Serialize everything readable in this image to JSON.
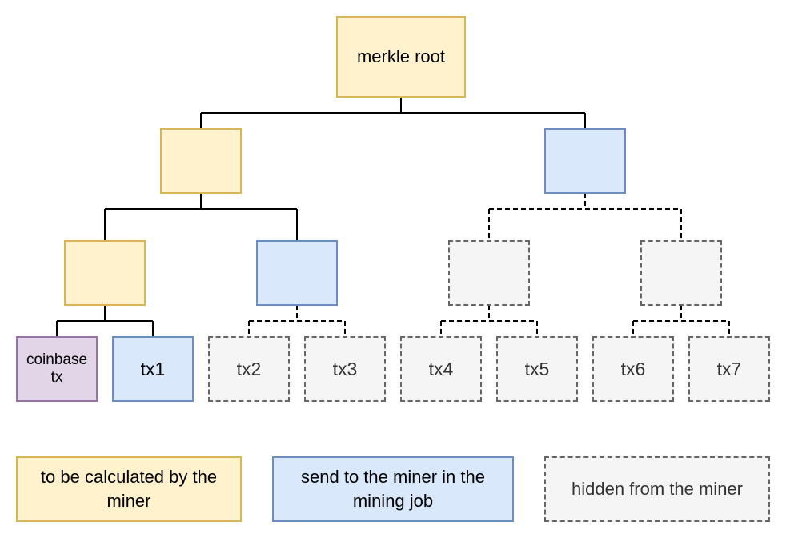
{
  "diagram": {
    "root": {
      "label": "merkle root",
      "color": "#fff2cc"
    },
    "level1": [
      {
        "id": "h-left",
        "label": "",
        "color": "#fff2cc"
      },
      {
        "id": "h-right",
        "label": "",
        "color": "#dae8fc"
      }
    ],
    "level2": [
      {
        "id": "h-a",
        "label": "",
        "color": "#fff2cc"
      },
      {
        "id": "h-b",
        "label": "",
        "color": "#dae8fc"
      },
      {
        "id": "h-c",
        "label": "",
        "color": "#f5f5f5"
      },
      {
        "id": "h-d",
        "label": "",
        "color": "#f5f5f5"
      }
    ],
    "leaves": [
      {
        "label": "coinbase tx",
        "color": "#e1d5e7"
      },
      {
        "label": "tx1",
        "color": "#dae8fc"
      },
      {
        "label": "tx2",
        "color": "#f5f5f5"
      },
      {
        "label": "tx3",
        "color": "#f5f5f5"
      },
      {
        "label": "tx4",
        "color": "#f5f5f5"
      },
      {
        "label": "tx5",
        "color": "#f5f5f5"
      },
      {
        "label": "tx6",
        "color": "#f5f5f5"
      },
      {
        "label": "tx7",
        "color": "#f5f5f5"
      }
    ]
  },
  "legend": [
    {
      "label": "to be calculated by the miner",
      "color": "#fff2cc"
    },
    {
      "label": "send to the miner in the mining job",
      "color": "#dae8fc"
    },
    {
      "label": "hidden from the miner",
      "color": "#f5f5f5"
    }
  ],
  "colors": {
    "calculated_fill": "#fff2cc",
    "calculated_stroke": "#d6b656",
    "sent_fill": "#dae8fc",
    "sent_stroke": "#6c8ebf",
    "hidden_fill": "#f5f5f5",
    "hidden_stroke": "#666666",
    "coinbase_fill": "#e1d5e7",
    "coinbase_stroke": "#9673a6"
  }
}
